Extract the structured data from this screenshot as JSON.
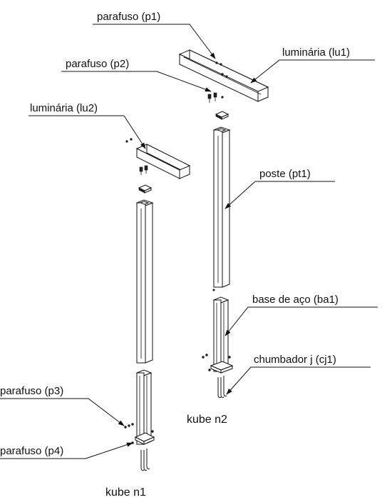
{
  "labels": {
    "p1": "parafuso (p1)",
    "p2": "parafuso (p2)",
    "lu1": "luminária (lu1)",
    "lu2": "luminária (lu2)",
    "pt1": "poste (pt1)",
    "ba1": "base de aço (ba1)",
    "cj1": "chumbador j (cj1)",
    "p3": "parafuso (p3)",
    "p4": "parafuso (p4)"
  },
  "captions": {
    "n2": "kube n2",
    "n1": "kube n1"
  }
}
